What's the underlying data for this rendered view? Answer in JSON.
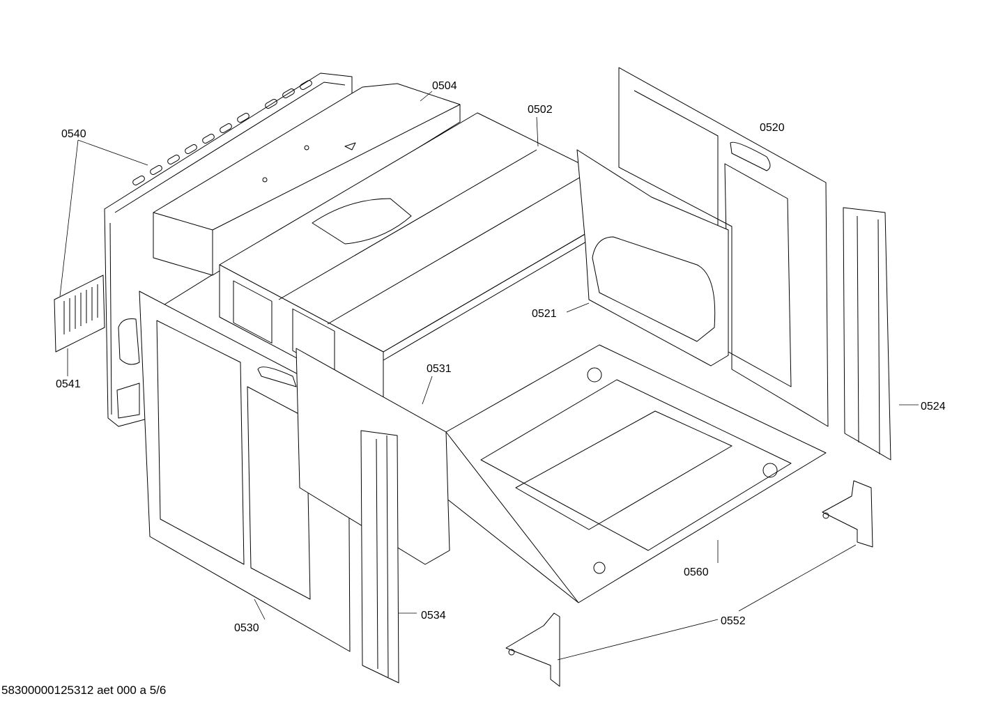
{
  "labels": {
    "p0504": "0504",
    "p0502": "0502",
    "p0520": "0520",
    "p0540": "0540",
    "p0541": "0541",
    "p0521": "0521",
    "p0531": "0531",
    "p0524": "0524",
    "p0560": "0560",
    "p0552": "0552",
    "p0530": "0530",
    "p0534": "0534"
  },
  "footer": "58300000125312 aet 000 a 5/6"
}
